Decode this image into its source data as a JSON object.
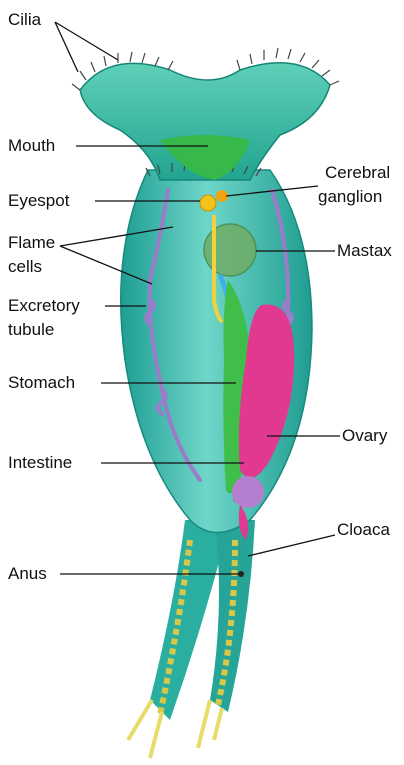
{
  "labels": {
    "cilia": "Cilia",
    "mouth": "Mouth",
    "eyespot": "Eyespot",
    "cerebral_ganglion_1": "Cerebral",
    "cerebral_ganglion_2": "ganglion",
    "flame_cells_1": "Flame",
    "flame_cells_2": "cells",
    "mastax": "Mastax",
    "excretory_tubule_1": "Excretory",
    "excretory_tubule_2": "tubule",
    "stomach": "Stomach",
    "ovary": "Ovary",
    "intestine": "Intestine",
    "cloaca": "Cloaca",
    "anus": "Anus"
  },
  "colors": {
    "body": "#2fb8a8",
    "body_light": "#7fd9cc",
    "gut": "#3fbf4a",
    "ovary": "#e0398f",
    "tubule": "#9a7cc9",
    "eyespot": "#f2c318",
    "toes_stripe": "#d8c84a",
    "cilia": "#444444"
  }
}
